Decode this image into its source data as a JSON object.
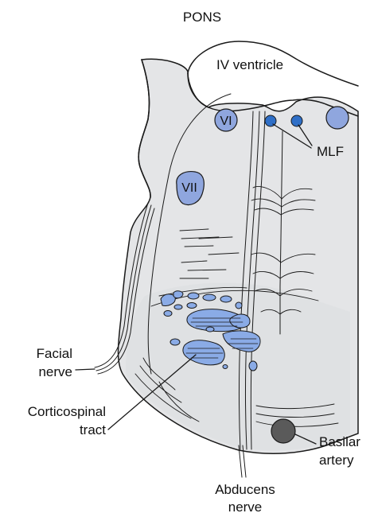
{
  "figure": {
    "title": "PONS",
    "labels": {
      "iv_ventricle": "IV ventricle",
      "nucleus_vi": "VI",
      "nucleus_vii": "VII",
      "mlf": "MLF",
      "facial_nerve_line1": "Facial",
      "facial_nerve_line2": "nerve",
      "corticospinal_line1": "Corticospinal",
      "corticospinal_line2": "tract",
      "basilar_line1": "Basilar",
      "basilar_line2": "artery",
      "abducens_line1": "Abducens",
      "abducens_line2": "nerve"
    },
    "colors": {
      "tissue": "#e5e6e8",
      "tissue_dark": "#d6d8db",
      "nucleus": "#8fa6de",
      "mlf_dot": "#2f6fc7",
      "tract": "#8aabe6",
      "artery": "#5a5a5a",
      "ink": "#1a1a1a"
    }
  }
}
